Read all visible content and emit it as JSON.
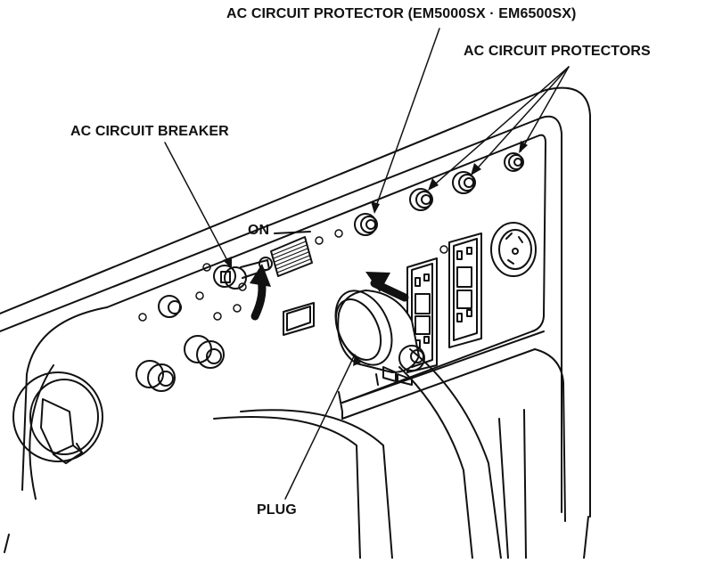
{
  "labels": {
    "ac_circuit_protector_model": "AC CIRCUIT PROTECTOR (EM5000SX · EM6500SX)",
    "ac_circuit_protectors": "AC CIRCUIT PROTECTORS",
    "ac_circuit_breaker": "AC CIRCUIT BREAKER",
    "on": "ON",
    "plug": "PLUG"
  }
}
